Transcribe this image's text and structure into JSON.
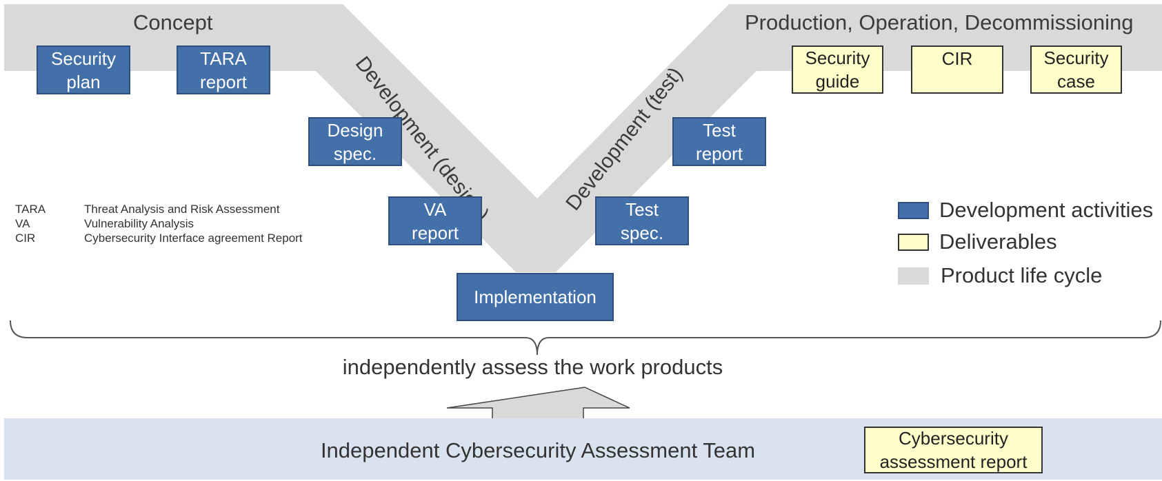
{
  "phases": {
    "concept": "Concept",
    "production": "Production, Operation, Decommissioning",
    "dev_design": "Development (design)",
    "dev_test": "Development (test)"
  },
  "boxes": {
    "security_plan": "Security\nplan",
    "tara_report": "TARA\nreport",
    "design_spec": "Design\nspec.",
    "va_report": "VA\nreport",
    "implementation": "Implementation",
    "test_spec": "Test\nspec.",
    "test_report": "Test\nreport",
    "security_guide": "Security\nguide",
    "cir": "CIR",
    "security_case": "Security\ncase",
    "cybersecurity_assessment_report": "Cybersecurity\nassessment report"
  },
  "abbreviations": [
    {
      "abbr": "TARA",
      "meaning": "Threat Analysis and Risk Assessment"
    },
    {
      "abbr": "VA",
      "meaning": "Vulnerability Analysis"
    },
    {
      "abbr": "CIR",
      "meaning": "Cybersecurity Interface agreement Report"
    }
  ],
  "legend": {
    "development": "Development activities",
    "deliverables": "Deliverables",
    "lifecycle": "Product life cycle"
  },
  "assessment": {
    "caption": "independently assess the work products",
    "team": "Independent Cybersecurity Assessment Team"
  },
  "colors": {
    "development": "#4470aa",
    "deliverables": "#ffffcc",
    "lifecycle": "#d9d9d9",
    "team_band": "#d9e3f0",
    "arrow": "#d9d9d9"
  }
}
